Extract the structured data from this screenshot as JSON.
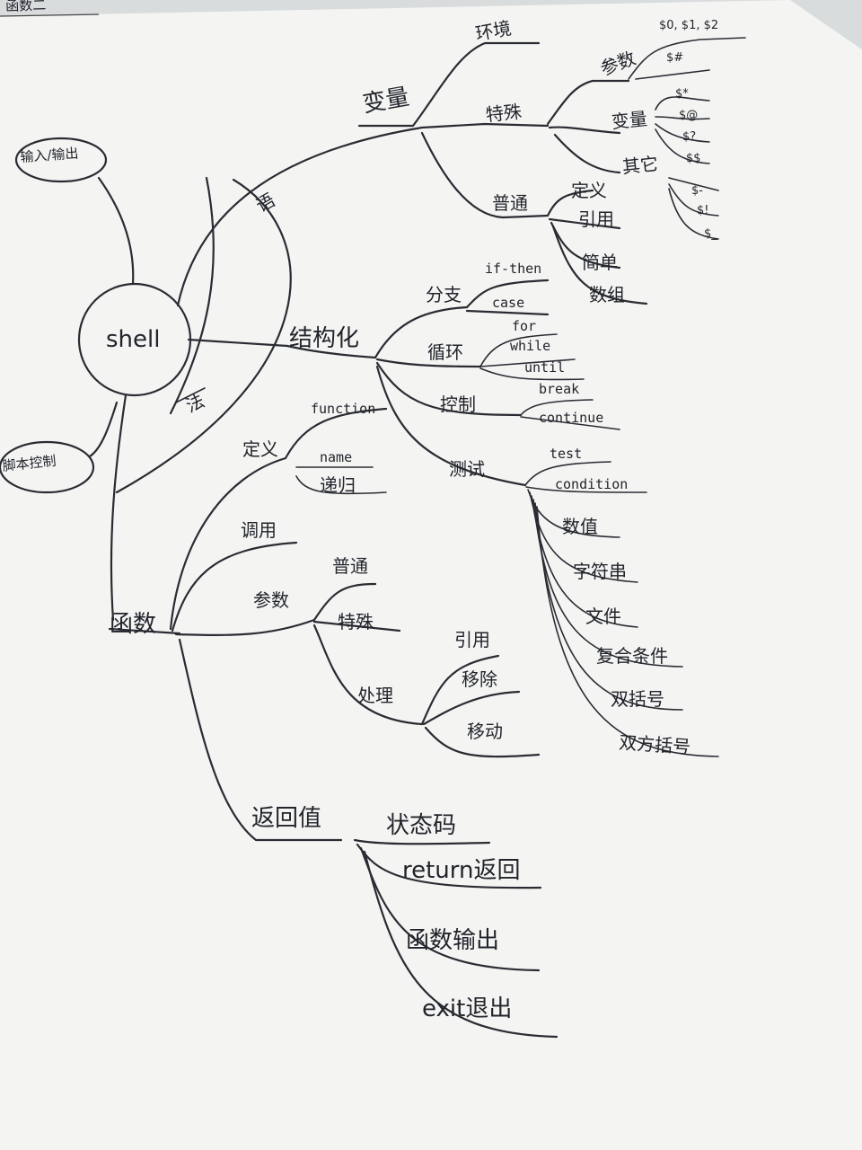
{
  "corner_note": "函数二",
  "root": "shell",
  "input_output": "输入/输出",
  "script_control": "脚本控制",
  "grammar": "语",
  "grammar_mark": "法",
  "variables": {
    "label": "变量",
    "environment": "环境",
    "special": {
      "label": "特殊",
      "params": {
        "label": "参数",
        "positional": "$0, $1, $2",
        "count": "$#"
      },
      "vars": {
        "label": "变量",
        "star": "$*",
        "at": "$@",
        "question": "$?",
        "dollar": "$$"
      },
      "other": {
        "label": "其它",
        "dash": "$-",
        "bang": "$!",
        "underscore": "$_"
      }
    },
    "normal": {
      "label": "普通",
      "define": "定义",
      "reference": "引用",
      "simple": "简单",
      "array": "数组"
    }
  },
  "structured": {
    "label": "结构化",
    "branch": {
      "label": "分支",
      "if_then": "if-then",
      "case": "case"
    },
    "loop": {
      "label": "循环",
      "for": "for",
      "while": "while",
      "until": "until"
    },
    "control": {
      "label": "控制",
      "break": "break",
      "continue": "continue"
    },
    "test": {
      "label": "测试",
      "items": [
        "test",
        "condition",
        "数值",
        "字符串",
        "文件",
        "复合条件",
        "双括号",
        "双方括号"
      ]
    }
  },
  "function": {
    "label": "函数",
    "define": {
      "label": "定义",
      "function": "function",
      "name": "name",
      "recursion": "递归"
    },
    "call": "调用",
    "params": {
      "label": "参数",
      "normal": "普通",
      "special": "特殊",
      "handling": {
        "label": "处理",
        "reference": "引用",
        "remove": "移除",
        "shift": "移动"
      }
    },
    "return_value": {
      "label": "返回值",
      "items": [
        "状态码",
        "return返回",
        "函数输出",
        "exit退出"
      ]
    }
  }
}
